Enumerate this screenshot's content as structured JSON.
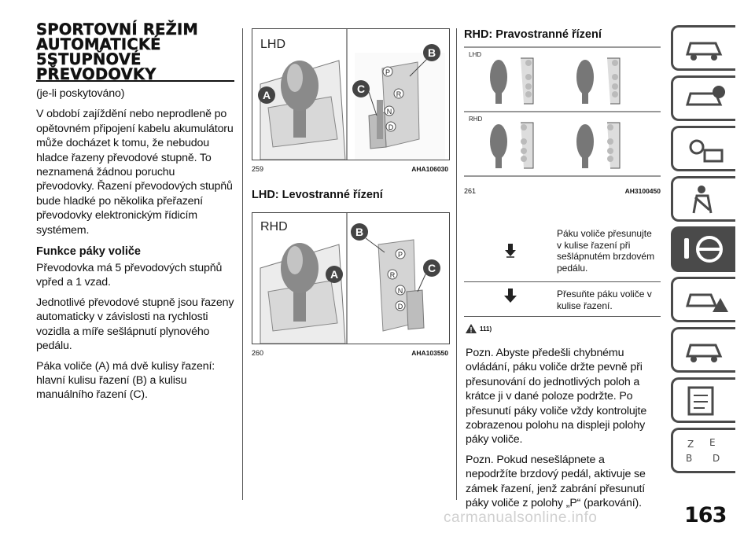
{
  "title_lines": [
    "SPORTOVNÍ REŽIM",
    "AUTOMATICKÉ",
    "5STUPŇOVÉ",
    "PŘEVODOVKY"
  ],
  "intro": "(je-li poskytováno)",
  "p1": "V období zajíždění nebo neprodleně po opětovném připojení kabelu akumulátoru může docházet k tomu, že nebudou hladce řazeny převodové stupně. To neznamená žádnou poruchu převodovky. Řazení převodových stupňů bude hladké po několika přeřazení převodovky elektronickým řídicím systémem.",
  "h_lever": "Funkce páky voliče",
  "p2": "Převodovka má 5 převodových stupňů vpřed a 1 vzad.",
  "p3": "Jednotlivé převodové stupně jsou řazeny automaticky v závislosti na rychlosti vozidla a míře sešlápnutí plynového pedálu.",
  "p4": "Páka voliče (A) má dvě kulisy řazení: hlavní kulisu řazení (B) a kulisu manuálního řazení (C).",
  "fig259": {
    "label": "LHD",
    "num": "259",
    "code": "AHA106030"
  },
  "h_lhd": "LHD: Levostranné řízení",
  "fig260": {
    "label": "RHD",
    "num": "260",
    "code": "AHA103550"
  },
  "h_rhd": "RHD: Pravostranné řízení",
  "fig261": {
    "label_lhd": "LHD",
    "label_rhd": "RHD",
    "num": "261",
    "code": "AH3100450"
  },
  "gear_letters": [
    "P",
    "R",
    "N",
    "D"
  ],
  "callouts": [
    "A",
    "B",
    "C"
  ],
  "notes": [
    {
      "icon": "lever-press-icon",
      "text": "Páku voliče přesunujte v kulise řazení při sešlápnutém brzdovém pedálu."
    },
    {
      "icon": "down-arrow-icon",
      "text": "Přesuňte páku voliče v kulise řazení."
    }
  ],
  "warn_ref": "111)",
  "pozn1": "Pozn. Abyste předešli chybnému ovládání, páku voliče držte pevně při přesunování do jednotlivých poloh a krátce ji v dané poloze podržte. Po přesunutí páky voliče vždy kontrolujte zobrazenou polohu na displeji polohy páky voliče.",
  "pozn2": "Pozn. Pokud nesešlápnete a nepodržíte brzdový pedál, aktivuje se zámek řazení, jenž zabrání přesunutí páky voliče z polohy „P“ (parkování).",
  "page_number": "163",
  "watermark": "carmanualsonline.info",
  "accent": "#4a4a4a"
}
